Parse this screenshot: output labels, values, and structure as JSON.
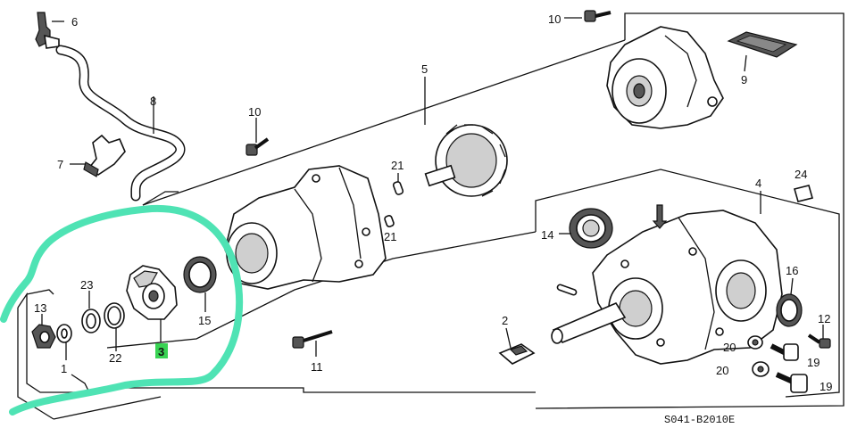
{
  "diagram": {
    "callouts": {
      "c1": "1",
      "c2": "2",
      "c3": "3",
      "c4": "4",
      "c5": "5",
      "c6": "6",
      "c7": "7",
      "c8": "8",
      "c9": "9",
      "c10a": "10",
      "c10b": "10",
      "c11": "11",
      "c12": "12",
      "c13": "13",
      "c14": "14",
      "c15": "15",
      "c16": "16",
      "c19a": "19",
      "c19b": "19",
      "c20a": "20",
      "c20b": "20",
      "c21a": "21",
      "c21b": "21",
      "c22": "22",
      "c23": "23",
      "c24": "24"
    },
    "drawing_code": "S041-B2010E",
    "highlight": {
      "part_number": "3",
      "label_bg": "#39d353",
      "outline_color": "#4fe3b4"
    }
  }
}
